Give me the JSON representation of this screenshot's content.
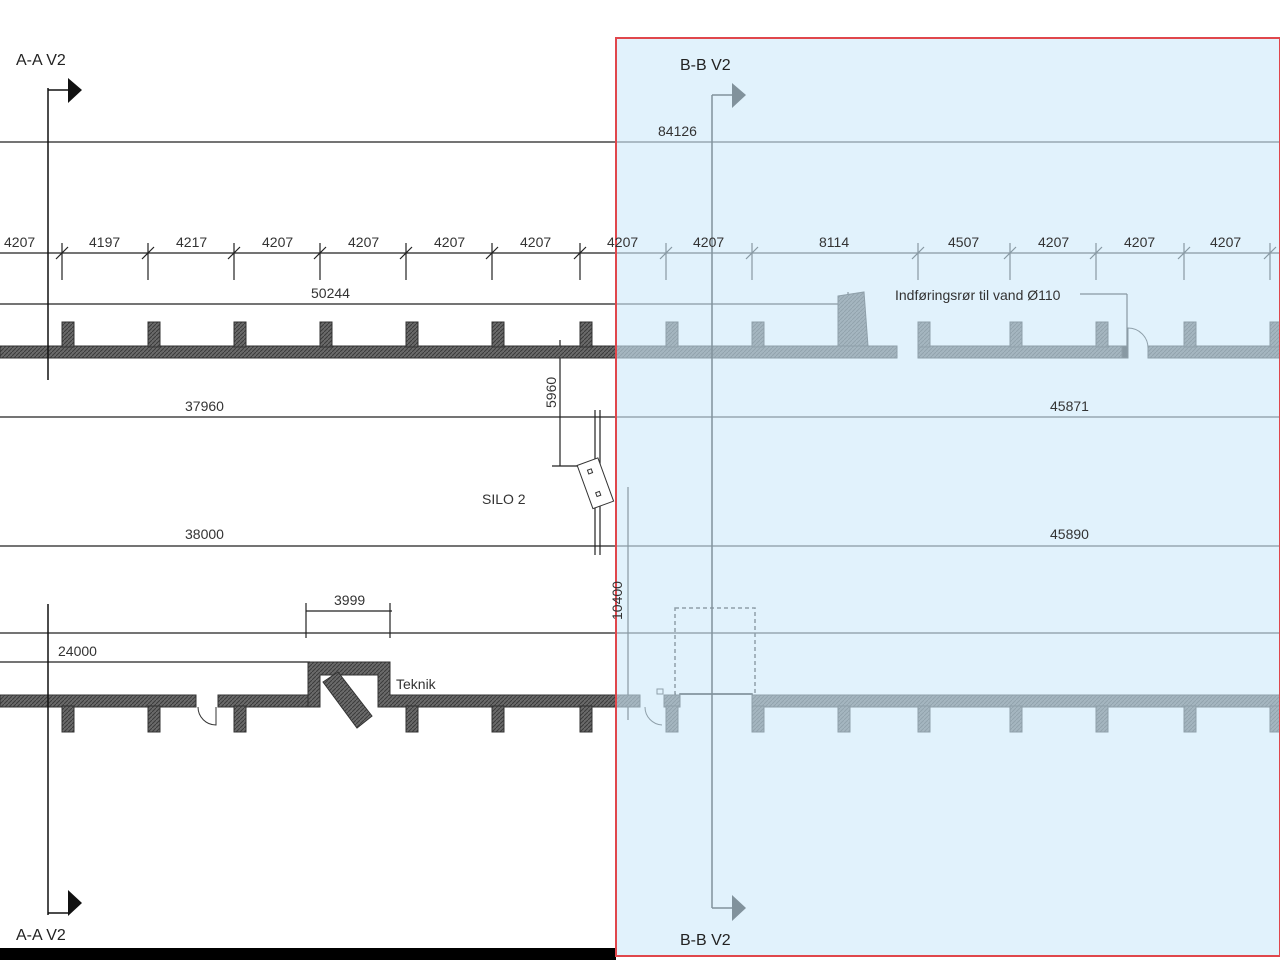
{
  "sections": {
    "aa_top": "A-A V2",
    "aa_bottom": "A-A V2",
    "bb_top": "B-B V2",
    "bb_bottom": "B-B V2"
  },
  "dimensions": {
    "overall": "84126",
    "grid": [
      "4207",
      "4197",
      "4217",
      "4207",
      "4207",
      "4207",
      "4207",
      "4207",
      "4207",
      "8114",
      "4507",
      "4207",
      "4207",
      "4207"
    ],
    "d50244": "50244",
    "d37960": "37960",
    "d45871": "45871",
    "d5960": "5960",
    "d38000": "38000",
    "d45890": "45890",
    "d10400": "10400",
    "d3999": "3999",
    "d24000": "24000"
  },
  "labels": {
    "silo": "SILO 2",
    "teknik": "Teknik",
    "pipe_note": "Indføringsrør til vand Ø110"
  },
  "colors": {
    "selection_fill": "#dff2fc",
    "selection_border": "#e0474c",
    "wall": "#555555"
  }
}
